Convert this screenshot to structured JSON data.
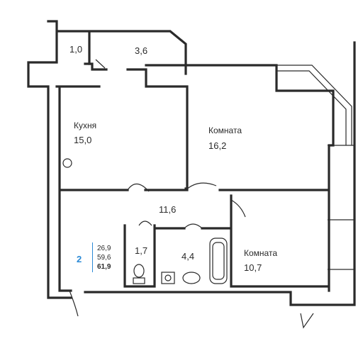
{
  "plan": {
    "rooms": [
      {
        "id": "closet",
        "area": "1,0"
      },
      {
        "id": "storage",
        "area": "3,6"
      },
      {
        "id": "kitchen",
        "name": "Кухня",
        "area": "15,0"
      },
      {
        "id": "room1",
        "name": "Комната",
        "area": "16,2"
      },
      {
        "id": "hall",
        "area": "11,6"
      },
      {
        "id": "wc",
        "area": "1,7"
      },
      {
        "id": "bath",
        "area": "4,4"
      },
      {
        "id": "room2",
        "name": "Комната",
        "area": "10,7"
      }
    ],
    "summary": {
      "rooms_count": "2",
      "living_area": "26,9",
      "total_without_balcony": "59,6",
      "total_area": "61,9"
    }
  }
}
